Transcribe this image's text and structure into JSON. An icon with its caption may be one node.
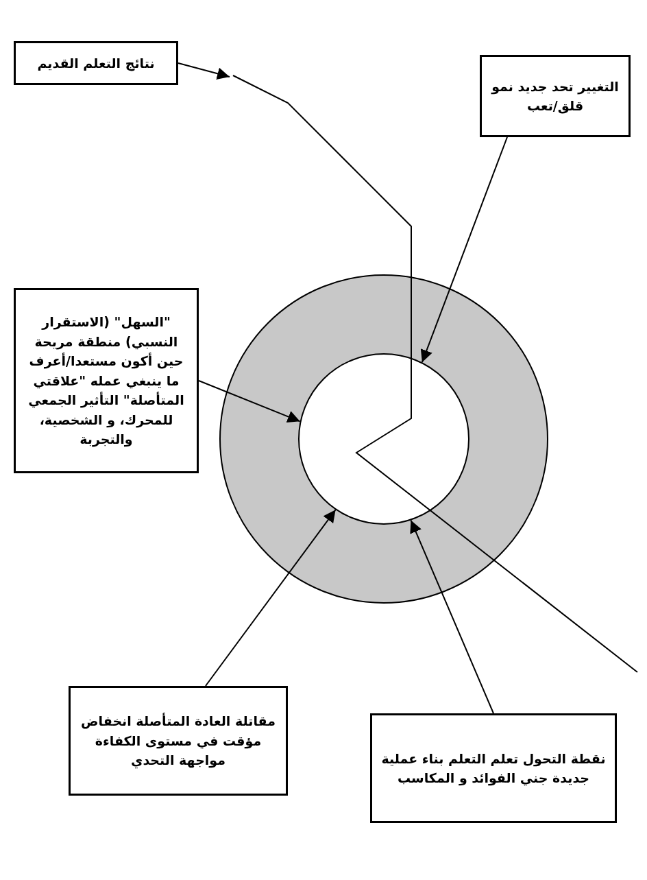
{
  "diagram": {
    "nodes": [
      {
        "text": [],
        "shape": "circle"
      },
      {
        "text": [],
        "shape": "circle",
        "in": 0
      },
      {
        "text": [
          "نتائج التعلم القديم"
        ]
      },
      {
        "text": [
          "التغيير تحد جديد نمو قلق/تعب"
        ]
      },
      {
        "text": [
          "\"السهل\" (الاستقرار النسبي) منطقة مريحة حين أكون مستعدا/أعرف ما ينبغي عمله \"علاقتي المتأصلة\" التأثير الجمعي للمحرك، و الشخصية، والتجربة"
        ]
      },
      {
        "text": [
          "مقاتلة العادة المتأصلة انخفاض مؤقت في مستوى الكفاءة مواجهة التحدي"
        ]
      },
      {
        "text": [
          "نقطة التحول تعلم التعلم بناء عملية جديدة جني الفوائد و المكاسب"
        ]
      }
    ],
    "edges": [
      {
        "from": 2,
        "to": null,
        "arrow": "to"
      },
      {
        "from": 3,
        "to": 1,
        "arrow": "to"
      },
      {
        "from": 4,
        "to": 1,
        "arrow": "to"
      },
      {
        "from": 5,
        "to": 1,
        "arrow": "to"
      },
      {
        "from": 6,
        "to": 1,
        "arrow": "to"
      }
    ]
  }
}
